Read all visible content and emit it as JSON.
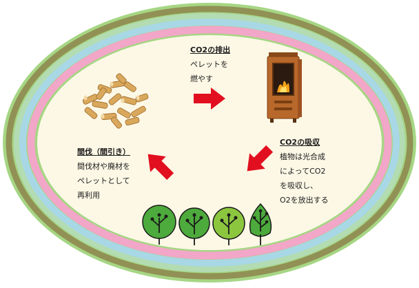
{
  "cycle": {
    "emission": {
      "title": "CO2の排出",
      "lines": [
        "ペレットを",
        "燃やす"
      ]
    },
    "absorption": {
      "title": "CO2の吸収",
      "lines": [
        "植物は光合成",
        "によってCO2",
        "を吸収し、",
        "O2を放出する"
      ]
    },
    "thinning": {
      "title": "間伐（間引き）",
      "lines": [
        "間伐材や廃材を",
        "ペレットとして",
        "再利用"
      ]
    }
  },
  "icons": {
    "pellets": "wood-pellets-icon",
    "stove": "pellet-stove-icon",
    "trees": "trees-icon",
    "arrows": "red-arrow-icon"
  },
  "colors": {
    "ring_green": "#9ed27a",
    "ring_olive": "#8f8a50",
    "ring_blue": "#a8d8e6",
    "ring_pink": "#f2a6c8",
    "inner_fill": "#fdf8e6",
    "arrow_red": "#e10f1f",
    "stove_body": "#b8682b",
    "tree_green": "#4daa3c",
    "tree_light": "#8cc63f"
  }
}
